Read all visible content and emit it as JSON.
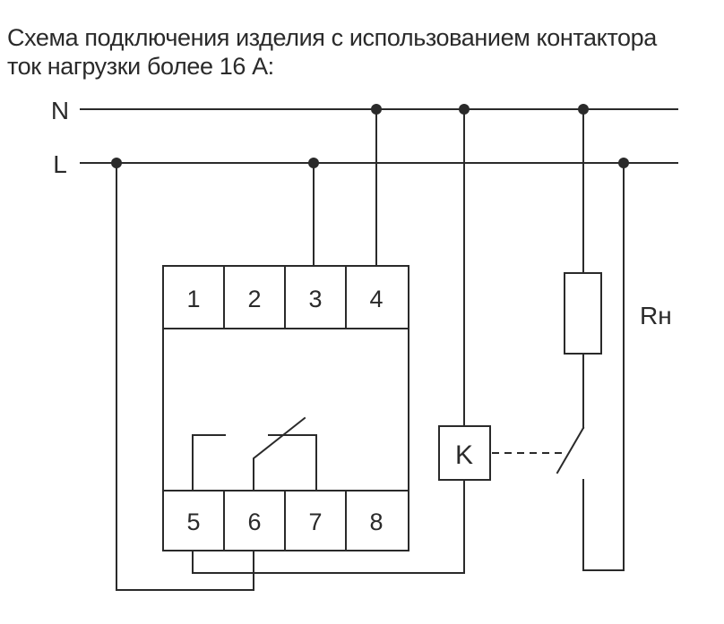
{
  "title": {
    "line1": "Схема подключения изделия с использованием контактора",
    "line2": "ток нагрузки более 16 А:"
  },
  "lines": {
    "neutral": "N",
    "phase": "L"
  },
  "device": {
    "top_terminals": [
      "1",
      "2",
      "3",
      "4"
    ],
    "bottom_terminals": [
      "5",
      "6",
      "7",
      "8"
    ]
  },
  "contactor": {
    "coil_label": "K"
  },
  "load": {
    "label": "Rн"
  },
  "colors": {
    "line": "#2a2a2a",
    "background": "#ffffff"
  }
}
